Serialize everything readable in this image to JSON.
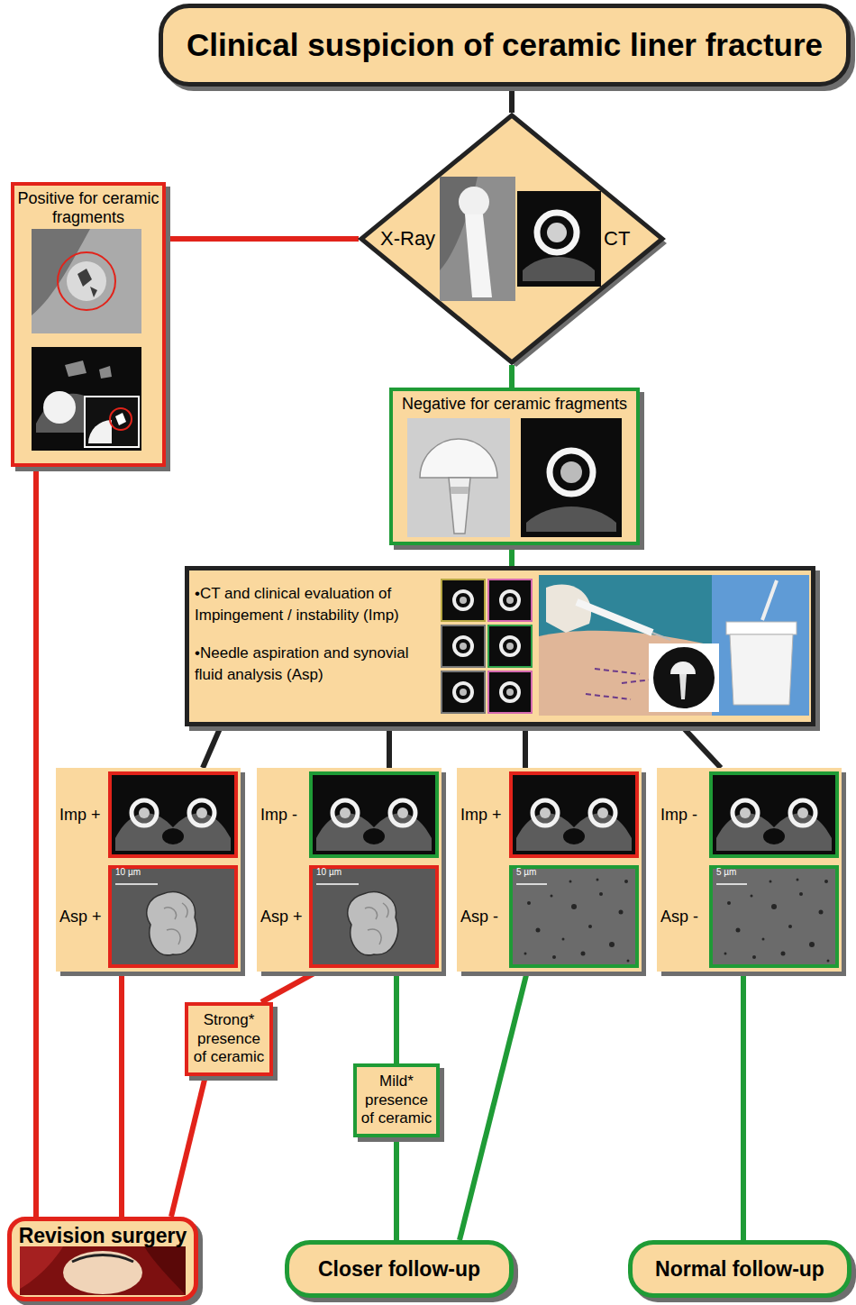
{
  "diagram": {
    "nodes": [
      {
        "text": [
          "Clinical suspicion of ceramic liner fracture"
        ]
      },
      {
        "text": [
          "X-Ray",
          "CT"
        ]
      },
      {
        "text": [
          "Positive for ceramic fragments"
        ]
      },
      {
        "text": [
          "Negative for ceramic fragments"
        ]
      },
      {
        "text": [
          "•CT and clinical evaluation of Impingement / instability (Imp)",
          "•Needle aspiration and synovial fluid analysis (Asp)"
        ]
      },
      {
        "text": [
          "Imp +",
          "Asp +"
        ]
      },
      {
        "text": [
          "Imp -",
          "Asp +"
        ]
      },
      {
        "text": [
          "Imp +",
          "Asp -"
        ]
      },
      {
        "text": [
          "Imp -",
          "Asp -"
        ]
      },
      {
        "text": [
          "Strong* presence of ceramic"
        ]
      },
      {
        "text": [
          "Mild* presence of ceramic"
        ]
      },
      {
        "text": [
          "Revision surgery"
        ]
      },
      {
        "text": [
          "Closer follow-up"
        ]
      },
      {
        "text": [
          "Normal follow-up"
        ]
      }
    ],
    "edges": [
      {
        "from": 0,
        "to": 1,
        "arrow": "none"
      },
      {
        "from": 1,
        "to": 2,
        "arrow": "none"
      },
      {
        "from": 1,
        "to": 3,
        "arrow": "none"
      },
      {
        "from": 3,
        "to": 4,
        "arrow": "none"
      },
      {
        "from": 4,
        "to": 5,
        "arrow": "none"
      },
      {
        "from": 4,
        "to": 6,
        "arrow": "none"
      },
      {
        "from": 4,
        "to": 7,
        "arrow": "none"
      },
      {
        "from": 4,
        "to": 8,
        "arrow": "none"
      },
      {
        "from": 2,
        "to": 11,
        "arrow": "none"
      },
      {
        "from": 5,
        "to": 11,
        "arrow": "none"
      },
      {
        "from": 6,
        "to": 9,
        "arrow": "none"
      },
      {
        "from": 9,
        "to": 11,
        "arrow": "none"
      },
      {
        "from": 6,
        "to": 10,
        "arrow": "none"
      },
      {
        "from": 10,
        "to": 12,
        "arrow": "none"
      },
      {
        "from": 7,
        "to": 12,
        "arrow": "none"
      },
      {
        "from": 8,
        "to": 13,
        "arrow": "none"
      }
    ],
    "labels": [
      "10 µm",
      "10 µm",
      "5 µm",
      "5 µm"
    ]
  }
}
